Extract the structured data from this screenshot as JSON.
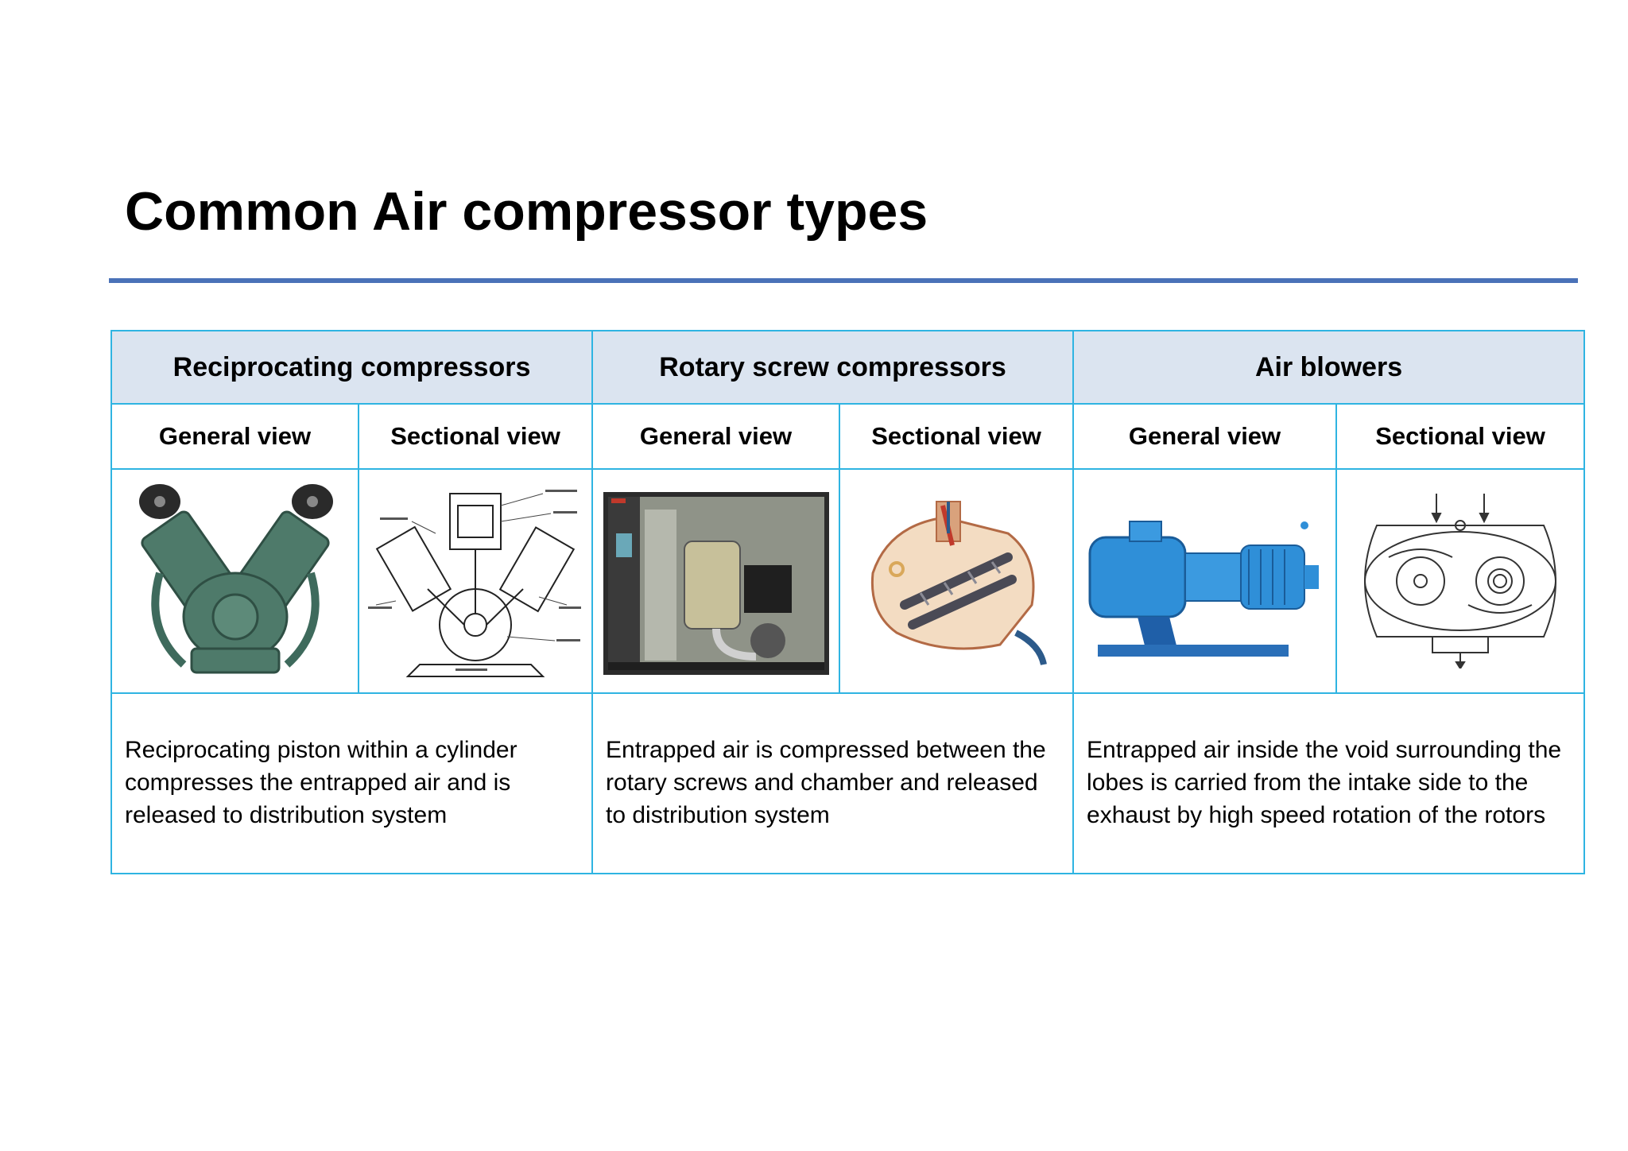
{
  "title": "Common Air compressor types",
  "accent_color": "#4a72b8",
  "border_color": "#2fb4e2",
  "header_fill": "#dbe4f0",
  "columns": [
    {
      "name": "Reciprocating compressors",
      "general_label": "General view",
      "sectional_label": "Sectional view",
      "general_image": "reciprocating-compressor-photo",
      "sectional_image": "reciprocating-compressor-section-drawing",
      "description": "Reciprocating piston within a cylinder compresses the entrapped air and is released to distribution system"
    },
    {
      "name": "Rotary screw compressors",
      "general_label": "General view",
      "sectional_label": "Sectional view",
      "general_image": "rotary-screw-compressor-cabinet-photo",
      "sectional_image": "rotary-screw-cutaway-illustration",
      "description": "Entrapped air is compressed between the rotary screws and chamber and released to distribution system"
    },
    {
      "name": "Air blowers",
      "general_label": "General view",
      "sectional_label": "Sectional view",
      "general_image": "air-blower-photo",
      "sectional_image": "lobe-blower-section-drawing",
      "description": "Entrapped air inside the  void surrounding the lobes is carried from the intake side to the exhaust by high speed rotation of the rotors"
    }
  ]
}
